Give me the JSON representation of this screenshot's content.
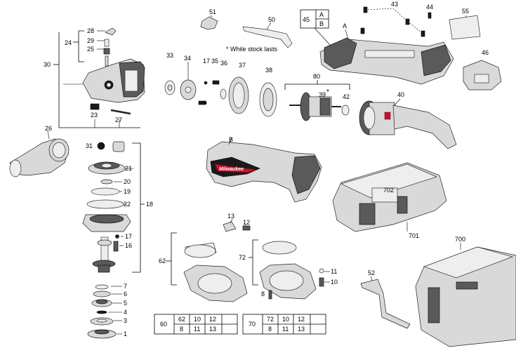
{
  "note": "* While stock lasts",
  "brand": "Milwaukee",
  "refs": {
    "A": "A",
    "B": "B",
    "A_box": "A",
    "B_box": "B"
  },
  "labels": {
    "l1": "1",
    "l3": "3",
    "l4": "4",
    "l5": "5",
    "l6": "6",
    "l7": "7",
    "l8": "8",
    "l10": "10",
    "l11": "11",
    "l12": "12",
    "l13": "13",
    "l16": "16",
    "l17a": "17",
    "l17b": "17",
    "l18": "18",
    "l19": "19",
    "l20": "20",
    "l21": "21",
    "l22": "22",
    "l23": "23",
    "l24": "24",
    "l25": "25",
    "l26": "26",
    "l27": "27",
    "l28": "28",
    "l29": "29",
    "l30": "30",
    "l31": "31",
    "l33": "33",
    "l34": "34",
    "l35": "35",
    "l36": "36",
    "l37": "37",
    "l38": "38",
    "l39": "39",
    "l40": "40",
    "l42": "42",
    "l43": "43",
    "l44": "44",
    "l45": "45",
    "l46": "46",
    "l50": "50",
    "l51": "51",
    "l52": "52",
    "l55": "55",
    "l62": "62",
    "l70": "70",
    "l72": "72",
    "l80": "80",
    "l700": "700",
    "l701": "701",
    "l702": "702"
  },
  "table60": {
    "id": "60",
    "row1": [
      "62",
      "10",
      "12",
      ""
    ],
    "row2": [
      "8",
      "11",
      "13",
      ""
    ]
  },
  "table70": {
    "id": "70",
    "row1": [
      "72",
      "10",
      "12",
      ""
    ],
    "row2": [
      "8",
      "11",
      "13",
      ""
    ]
  }
}
